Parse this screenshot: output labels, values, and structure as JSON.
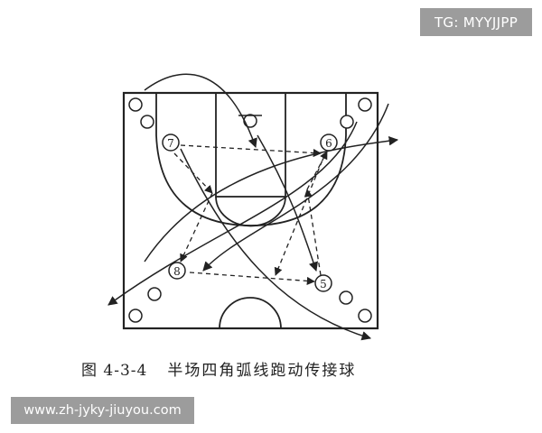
{
  "watermark_top": "TG: MYYJJPP",
  "watermark_bottom": "www.zh-jyky-jiuyou.com",
  "caption": {
    "figure_number": "图 4-3-4",
    "title": "半场四角弧线跑动传接球"
  },
  "players": [
    "7",
    "6",
    "8",
    "5"
  ],
  "colors": {
    "line": "#222222",
    "badge": "#9c9c9c",
    "badge_text": "#ffffff"
  }
}
